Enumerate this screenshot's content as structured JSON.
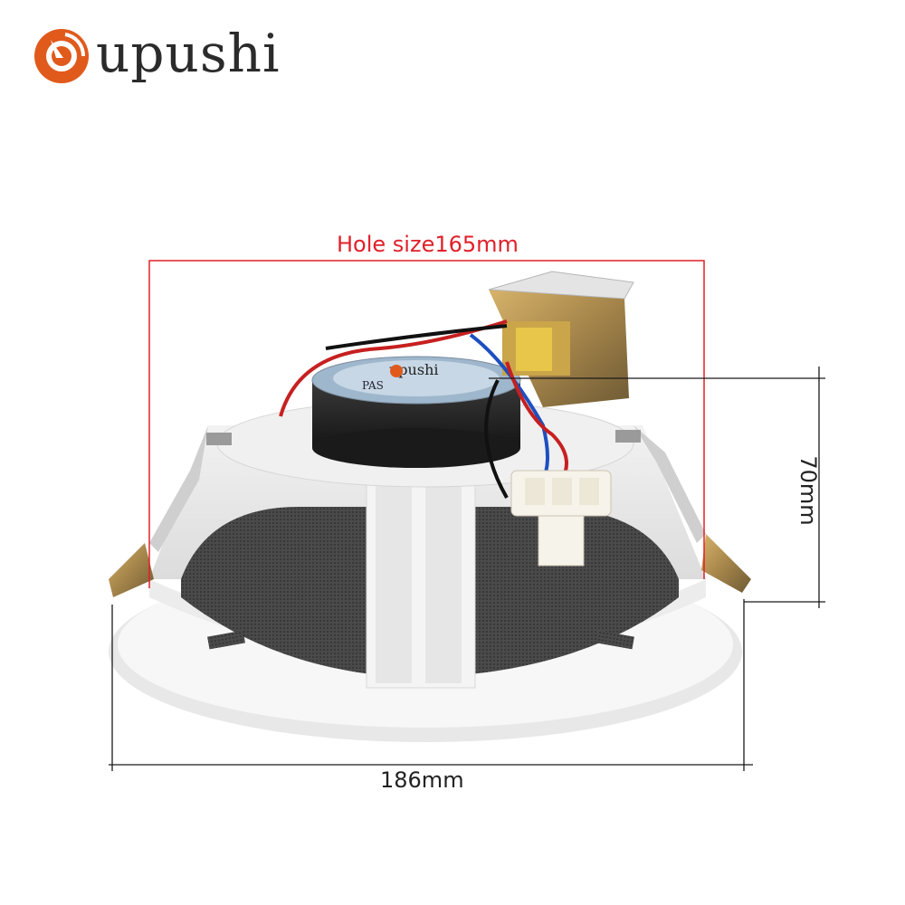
{
  "brand": {
    "name": "oupushi",
    "wordmark": "upushi",
    "accent": "#e05a1c"
  },
  "dimensions": {
    "hole_label": "Hole size165mm",
    "height_label": "70mm",
    "width_label": "186mm",
    "hole_color": "#e0202a",
    "line_color": "#1a1a1a"
  },
  "product": {
    "label_text": "upushi",
    "label_sub": "PAS"
  }
}
